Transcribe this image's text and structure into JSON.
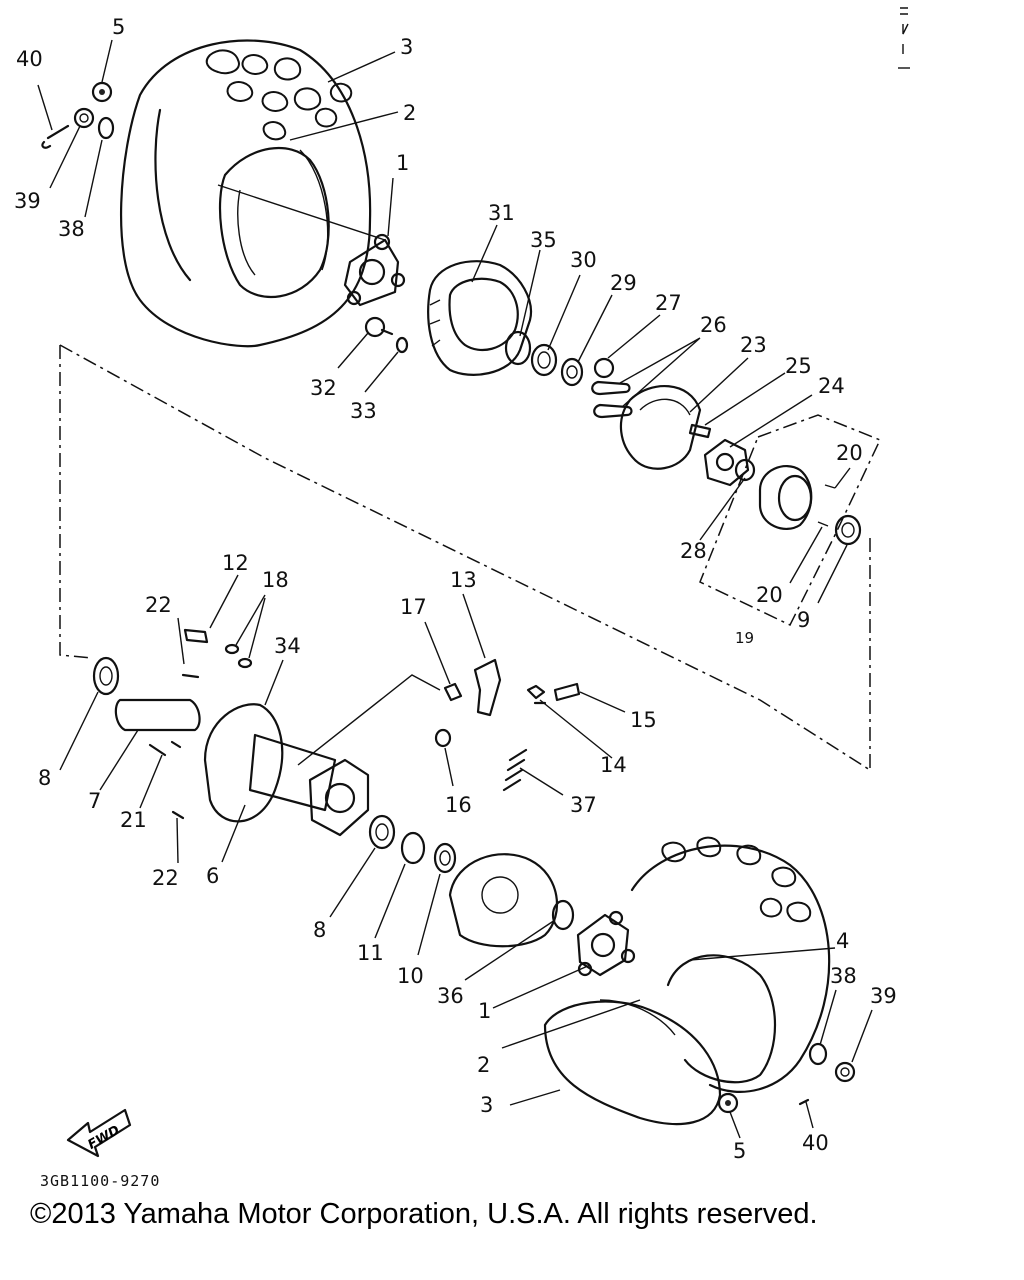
{
  "diagram": {
    "callouts": [
      {
        "key": "c40a",
        "text": "40"
      },
      {
        "key": "c5a",
        "text": "5"
      },
      {
        "key": "c3a",
        "text": "3"
      },
      {
        "key": "c2a",
        "text": "2"
      },
      {
        "key": "c39a",
        "text": "39"
      },
      {
        "key": "c38a",
        "text": "38"
      },
      {
        "key": "c1a",
        "text": "1"
      },
      {
        "key": "c31",
        "text": "31"
      },
      {
        "key": "c35",
        "text": "35"
      },
      {
        "key": "c30",
        "text": "30"
      },
      {
        "key": "c29",
        "text": "29"
      },
      {
        "key": "c27",
        "text": "27"
      },
      {
        "key": "c26",
        "text": "26"
      },
      {
        "key": "c23",
        "text": "23"
      },
      {
        "key": "c25",
        "text": "25"
      },
      {
        "key": "c24",
        "text": "24"
      },
      {
        "key": "c32",
        "text": "32"
      },
      {
        "key": "c33",
        "text": "33"
      },
      {
        "key": "c20a",
        "text": "20"
      },
      {
        "key": "c28",
        "text": "28"
      },
      {
        "key": "c20b",
        "text": "20"
      },
      {
        "key": "c9",
        "text": "9"
      },
      {
        "key": "c19",
        "text": "19"
      },
      {
        "key": "c12",
        "text": "12"
      },
      {
        "key": "c18",
        "text": "18"
      },
      {
        "key": "c22a",
        "text": "22"
      },
      {
        "key": "c34",
        "text": "34"
      },
      {
        "key": "c13",
        "text": "13"
      },
      {
        "key": "c17",
        "text": "17"
      },
      {
        "key": "c15",
        "text": "15"
      },
      {
        "key": "c14",
        "text": "14"
      },
      {
        "key": "c16",
        "text": "16"
      },
      {
        "key": "c37",
        "text": "37"
      },
      {
        "key": "c8a",
        "text": "8"
      },
      {
        "key": "c7",
        "text": "7"
      },
      {
        "key": "c21",
        "text": "21"
      },
      {
        "key": "c22b",
        "text": "22"
      },
      {
        "key": "c6",
        "text": "6"
      },
      {
        "key": "c8b",
        "text": "8"
      },
      {
        "key": "c11",
        "text": "11"
      },
      {
        "key": "c10",
        "text": "10"
      },
      {
        "key": "c36",
        "text": "36"
      },
      {
        "key": "c1b",
        "text": "1"
      },
      {
        "key": "c2b",
        "text": "2"
      },
      {
        "key": "c3b",
        "text": "3"
      },
      {
        "key": "c4",
        "text": "4"
      },
      {
        "key": "c38b",
        "text": "38"
      },
      {
        "key": "c39b",
        "text": "39"
      },
      {
        "key": "c5b",
        "text": "5"
      },
      {
        "key": "c40b",
        "text": "40"
      }
    ],
    "fwd_label": "FWD"
  },
  "doc_code": "3GB1100-9270",
  "copyright": "©2013 Yamaha Motor Corporation, U.S.A. All rights reserved."
}
